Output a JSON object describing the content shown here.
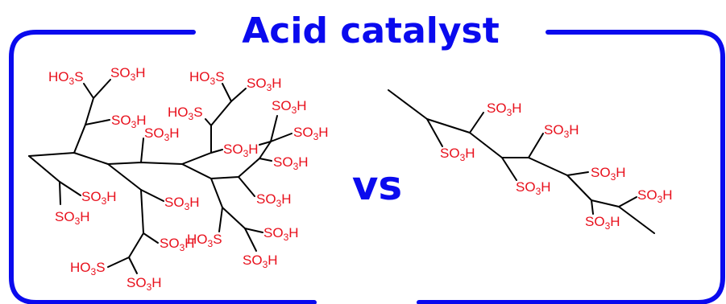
{
  "title": "Acid catalyst",
  "separator": "vs",
  "colors": {
    "frame": "#0a0aee",
    "title": "#0a0aee",
    "group_label": "#e8101c",
    "bond": "#000000"
  },
  "groups": {
    "acid_right": {
      "main": "SO",
      "sub": "3",
      "tail": "H"
    },
    "acid_left": {
      "main": "HO",
      "sub": "3",
      "tail": "S"
    }
  }
}
